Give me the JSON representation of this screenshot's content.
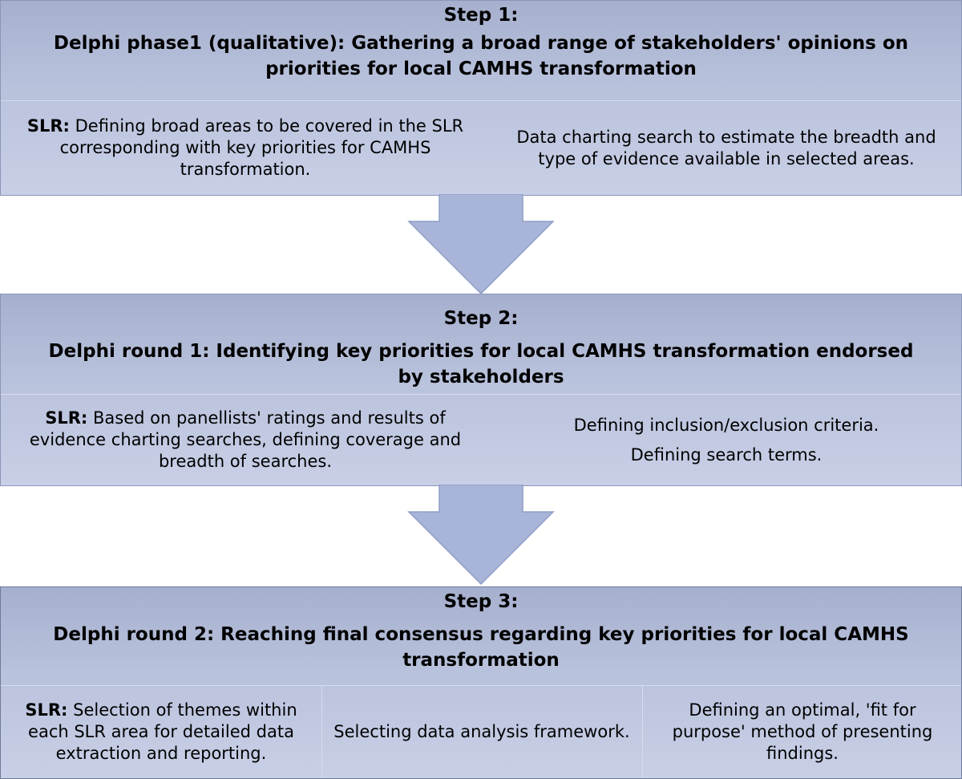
{
  "colors": {
    "panel": "#b6bfda",
    "arrow_fill": "#a9b5d8",
    "arrow_stroke": "#8f9dc6"
  },
  "steps": [
    {
      "step_label": "Step 1:",
      "title": "Delphi phase1 (qualitative): Gathering a broad range of stakeholders' opinions on priorities for local CAMHS transformation",
      "cells": [
        {
          "lead": "SLR:",
          "text": " Defining broad areas to be covered in the SLR corresponding with key priorities for CAMHS transformation."
        },
        {
          "lead": "",
          "text": "Data charting search to estimate the breadth and type of evidence available in selected areas."
        }
      ]
    },
    {
      "step_label": "Step 2:",
      "title": "Delphi round 1: Identifying key priorities for local CAMHS transformation endorsed by stakeholders",
      "cells": [
        {
          "lead": "SLR:",
          "text": " Based on panellists' ratings and results of evidence charting searches, defining coverage and breadth of searches."
        },
        {
          "lead": "",
          "lines": [
            "Defining inclusion/exclusion criteria.",
            "Defining search terms."
          ]
        }
      ]
    },
    {
      "step_label": "Step 3:",
      "title": "Delphi round 2: Reaching final consensus regarding key priorities for local CAMHS transformation",
      "cells": [
        {
          "lead": "SLR:",
          "text": " Selection of themes within each SLR area for detailed data extraction and reporting."
        },
        {
          "lead": "",
          "text": "Selecting data analysis framework."
        },
        {
          "lead": "",
          "text": "Defining an optimal, 'fit for purpose' method of presenting findings."
        }
      ]
    }
  ]
}
